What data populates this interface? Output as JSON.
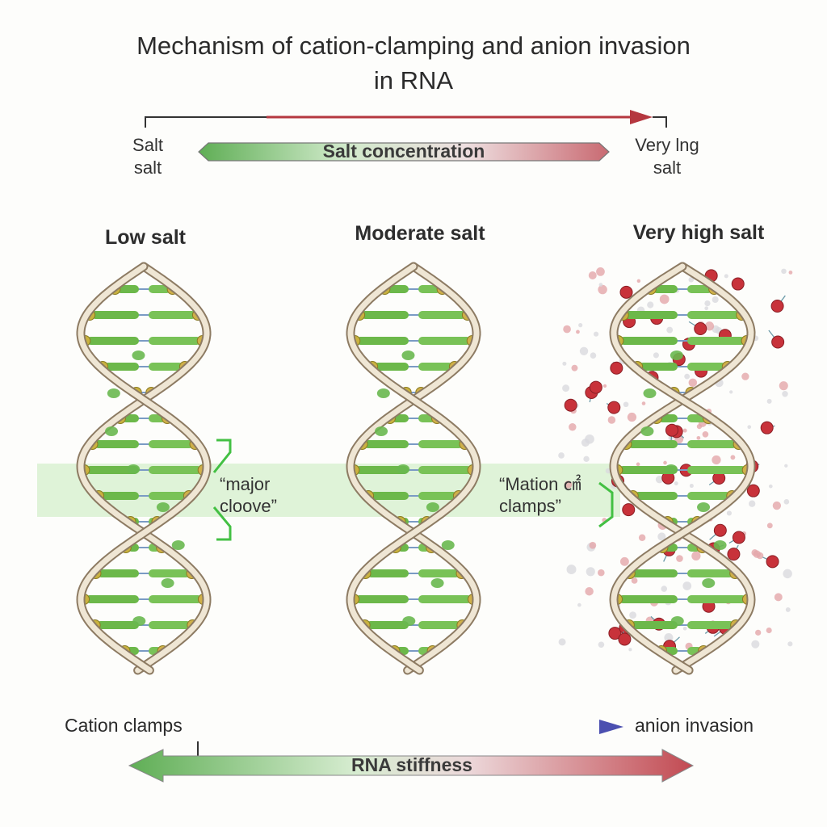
{
  "title_line1": "Mechanism of cation-clamping and anion invasion",
  "title_line2": "in RNA",
  "top_scale": {
    "left_label_line1": "Salt",
    "left_label_line2": "salt",
    "bar_label": "Salt concentration",
    "right_label_line1": "Very lng",
    "right_label_line2": "salt"
  },
  "panels": [
    {
      "title": "Low salt"
    },
    {
      "title": "Moderate salt"
    },
    {
      "title": "Very high salt"
    }
  ],
  "annotations": {
    "left_line1": "“major",
    "left_line2": "cloove”",
    "right_line1": "“Mation ㎠",
    "right_line2": "clamps”"
  },
  "bottom": {
    "left_label": "Cation clamps",
    "right_label": "anion invasion",
    "stiffness_label": "RNA stiffness"
  },
  "colors": {
    "accent_red": "#b5373f",
    "accent_green": "#6fb85a",
    "accent_blue": "#4b4fb0",
    "band_green": "#d9f1d1",
    "anion_red": "#c8323a"
  }
}
